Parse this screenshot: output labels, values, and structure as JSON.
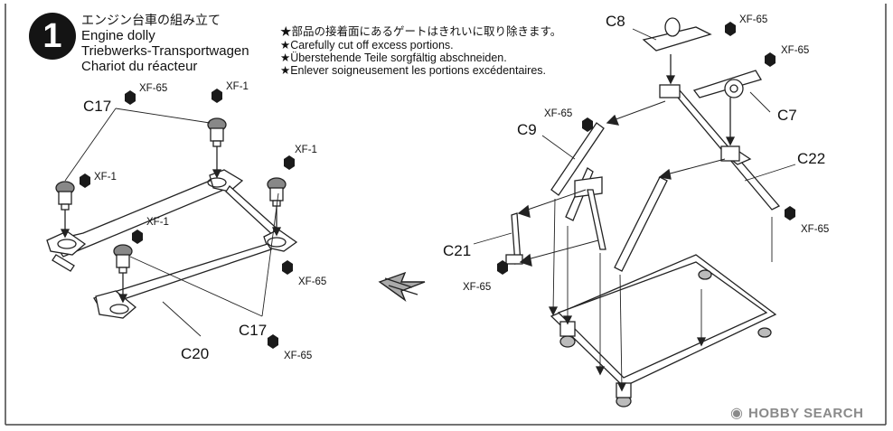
{
  "step": {
    "number": "1"
  },
  "title": {
    "jp": "エンジン台車の組み立て",
    "en": "Engine dolly",
    "de": "Triebwerks-Transportwagen",
    "fr": "Chariot du réacteur"
  },
  "notes": [
    "★部品の接着面にあるゲートはきれいに取り除きます。",
    "★Carefully cut off excess portions.",
    "★Überstehende Teile sorgfältig abschneiden.",
    "★Enlever soigneusement les portions excédentaires."
  ],
  "left_labels": {
    "c17_top": "C17",
    "c17_bottom": "C17",
    "c20": "C20",
    "paint_xf65_top": "XF-65",
    "paint_xf1_top": "XF-1",
    "paint_xf1_left": "XF-1",
    "paint_xf1_right": "XF-1",
    "paint_xf1_mid": "XF-1",
    "paint_xf65_mid": "XF-65",
    "paint_xf65_bottom": "XF-65"
  },
  "right_labels": {
    "c8": "C8",
    "c7": "C7",
    "c9": "C9",
    "c22": "C22",
    "c21": "C21",
    "paint_c8": "XF-65",
    "paint_c7": "XF-65",
    "paint_c9": "XF-65",
    "paint_c22": "XF-65",
    "paint_c21": "XF-65"
  },
  "watermark": {
    "text": "HOBBY SEARCH",
    "icon": "camera-icon"
  }
}
